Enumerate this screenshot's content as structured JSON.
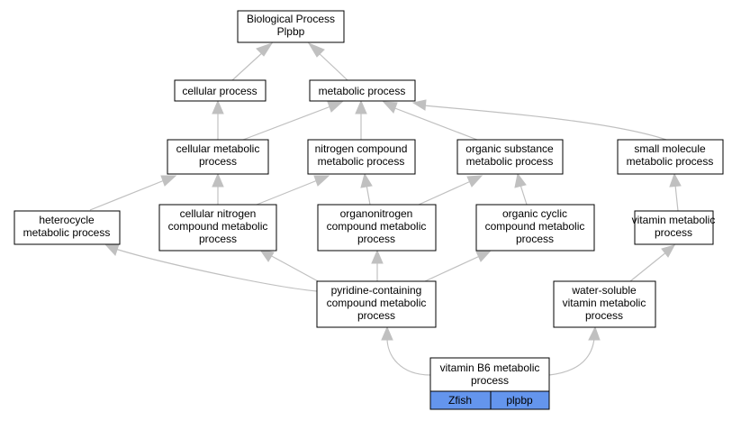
{
  "root": {
    "lines": [
      "Biological Process",
      "Plpbp"
    ]
  },
  "nodes": {
    "cellular_process": {
      "lines": [
        "cellular process"
      ]
    },
    "metabolic_process": {
      "lines": [
        "metabolic process"
      ]
    },
    "cellular_metabolic_process": {
      "lines": [
        "cellular metabolic",
        "process"
      ]
    },
    "nitrogen_compound_metabolic_process": {
      "lines": [
        "nitrogen compound",
        "metabolic process"
      ]
    },
    "organic_substance_metabolic_process": {
      "lines": [
        "organic substance",
        "metabolic process"
      ]
    },
    "small_molecule_metabolic_process": {
      "lines": [
        "small molecule",
        "metabolic process"
      ]
    },
    "heterocycle_metabolic_process": {
      "lines": [
        "heterocycle",
        "metabolic process"
      ]
    },
    "cellular_nitrogen_compound_metabolic_process": {
      "lines": [
        "cellular nitrogen",
        "compound metabolic",
        "process"
      ]
    },
    "organonitrogen_compound_metabolic_process": {
      "lines": [
        "organonitrogen",
        "compound metabolic",
        "process"
      ]
    },
    "organic_cyclic_compound_metabolic_process": {
      "lines": [
        "organic cyclic",
        "compound metabolic",
        "process"
      ]
    },
    "vitamin_metabolic_process": {
      "lines": [
        "vitamin metabolic",
        "process"
      ]
    },
    "pyridine_containing_compound_metabolic_process": {
      "lines": [
        "pyridine-containing",
        "compound metabolic",
        "process"
      ]
    },
    "water_soluble_vitamin_metabolic_process": {
      "lines": [
        "water-soluble",
        "vitamin metabolic",
        "process"
      ]
    },
    "vitamin_b6_metabolic_process": {
      "lines": [
        "vitamin B6 metabolic",
        "process"
      ]
    }
  },
  "annotation_tags": [
    {
      "label": "Zfish",
      "color": "#6495ed"
    },
    {
      "label": "plpbp",
      "color": "#6495ed"
    }
  ],
  "colors": {
    "edge": "#c0c0c0",
    "tag_fill": "#6495ed"
  }
}
